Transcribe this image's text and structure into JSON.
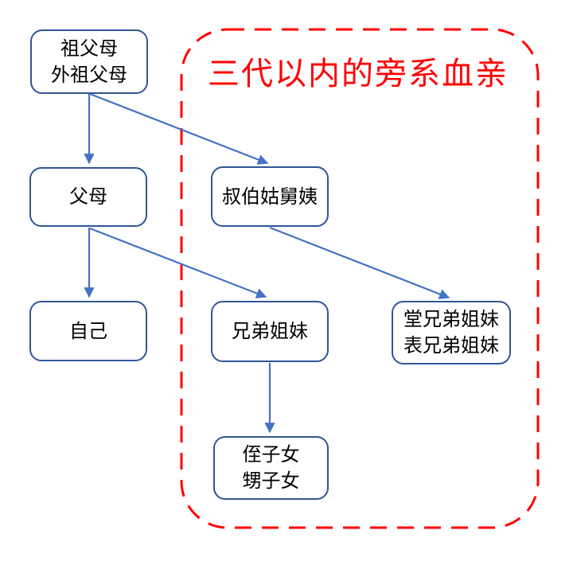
{
  "diagram": {
    "title": "三代以内的旁系血亲",
    "title_color": "#FF0000",
    "nodes": [
      {
        "id": "grandparents",
        "lines": [
          "祖父母",
          "外祖父母"
        ]
      },
      {
        "id": "parents",
        "lines": [
          "父母"
        ]
      },
      {
        "id": "uncles-aunts",
        "lines": [
          "叔伯姑舅姨"
        ]
      },
      {
        "id": "self",
        "lines": [
          "自己"
        ]
      },
      {
        "id": "siblings",
        "lines": [
          "兄弟姐妹"
        ]
      },
      {
        "id": "cousins",
        "lines": [
          "堂兄弟姐妹",
          "表兄弟姐妹"
        ]
      },
      {
        "id": "nephews-nieces",
        "lines": [
          "侄子女",
          "甥子女"
        ]
      }
    ],
    "edges": [
      {
        "from": "grandparents",
        "to": "parents"
      },
      {
        "from": "grandparents",
        "to": "uncles-aunts"
      },
      {
        "from": "parents",
        "to": "self"
      },
      {
        "from": "parents",
        "to": "siblings"
      },
      {
        "from": "uncles-aunts",
        "to": "cousins"
      },
      {
        "from": "siblings",
        "to": "nephews-nieces"
      }
    ],
    "dashed_group": {
      "label": "三代以内的旁系血亲",
      "members": [
        "uncles-aunts",
        "siblings",
        "cousins",
        "nephews-nieces"
      ]
    },
    "colors": {
      "box_border": "#2F5597",
      "connector": "#4472C4",
      "group_border": "#FF0000",
      "text": "#000000",
      "background": "#FFFFFF"
    }
  }
}
